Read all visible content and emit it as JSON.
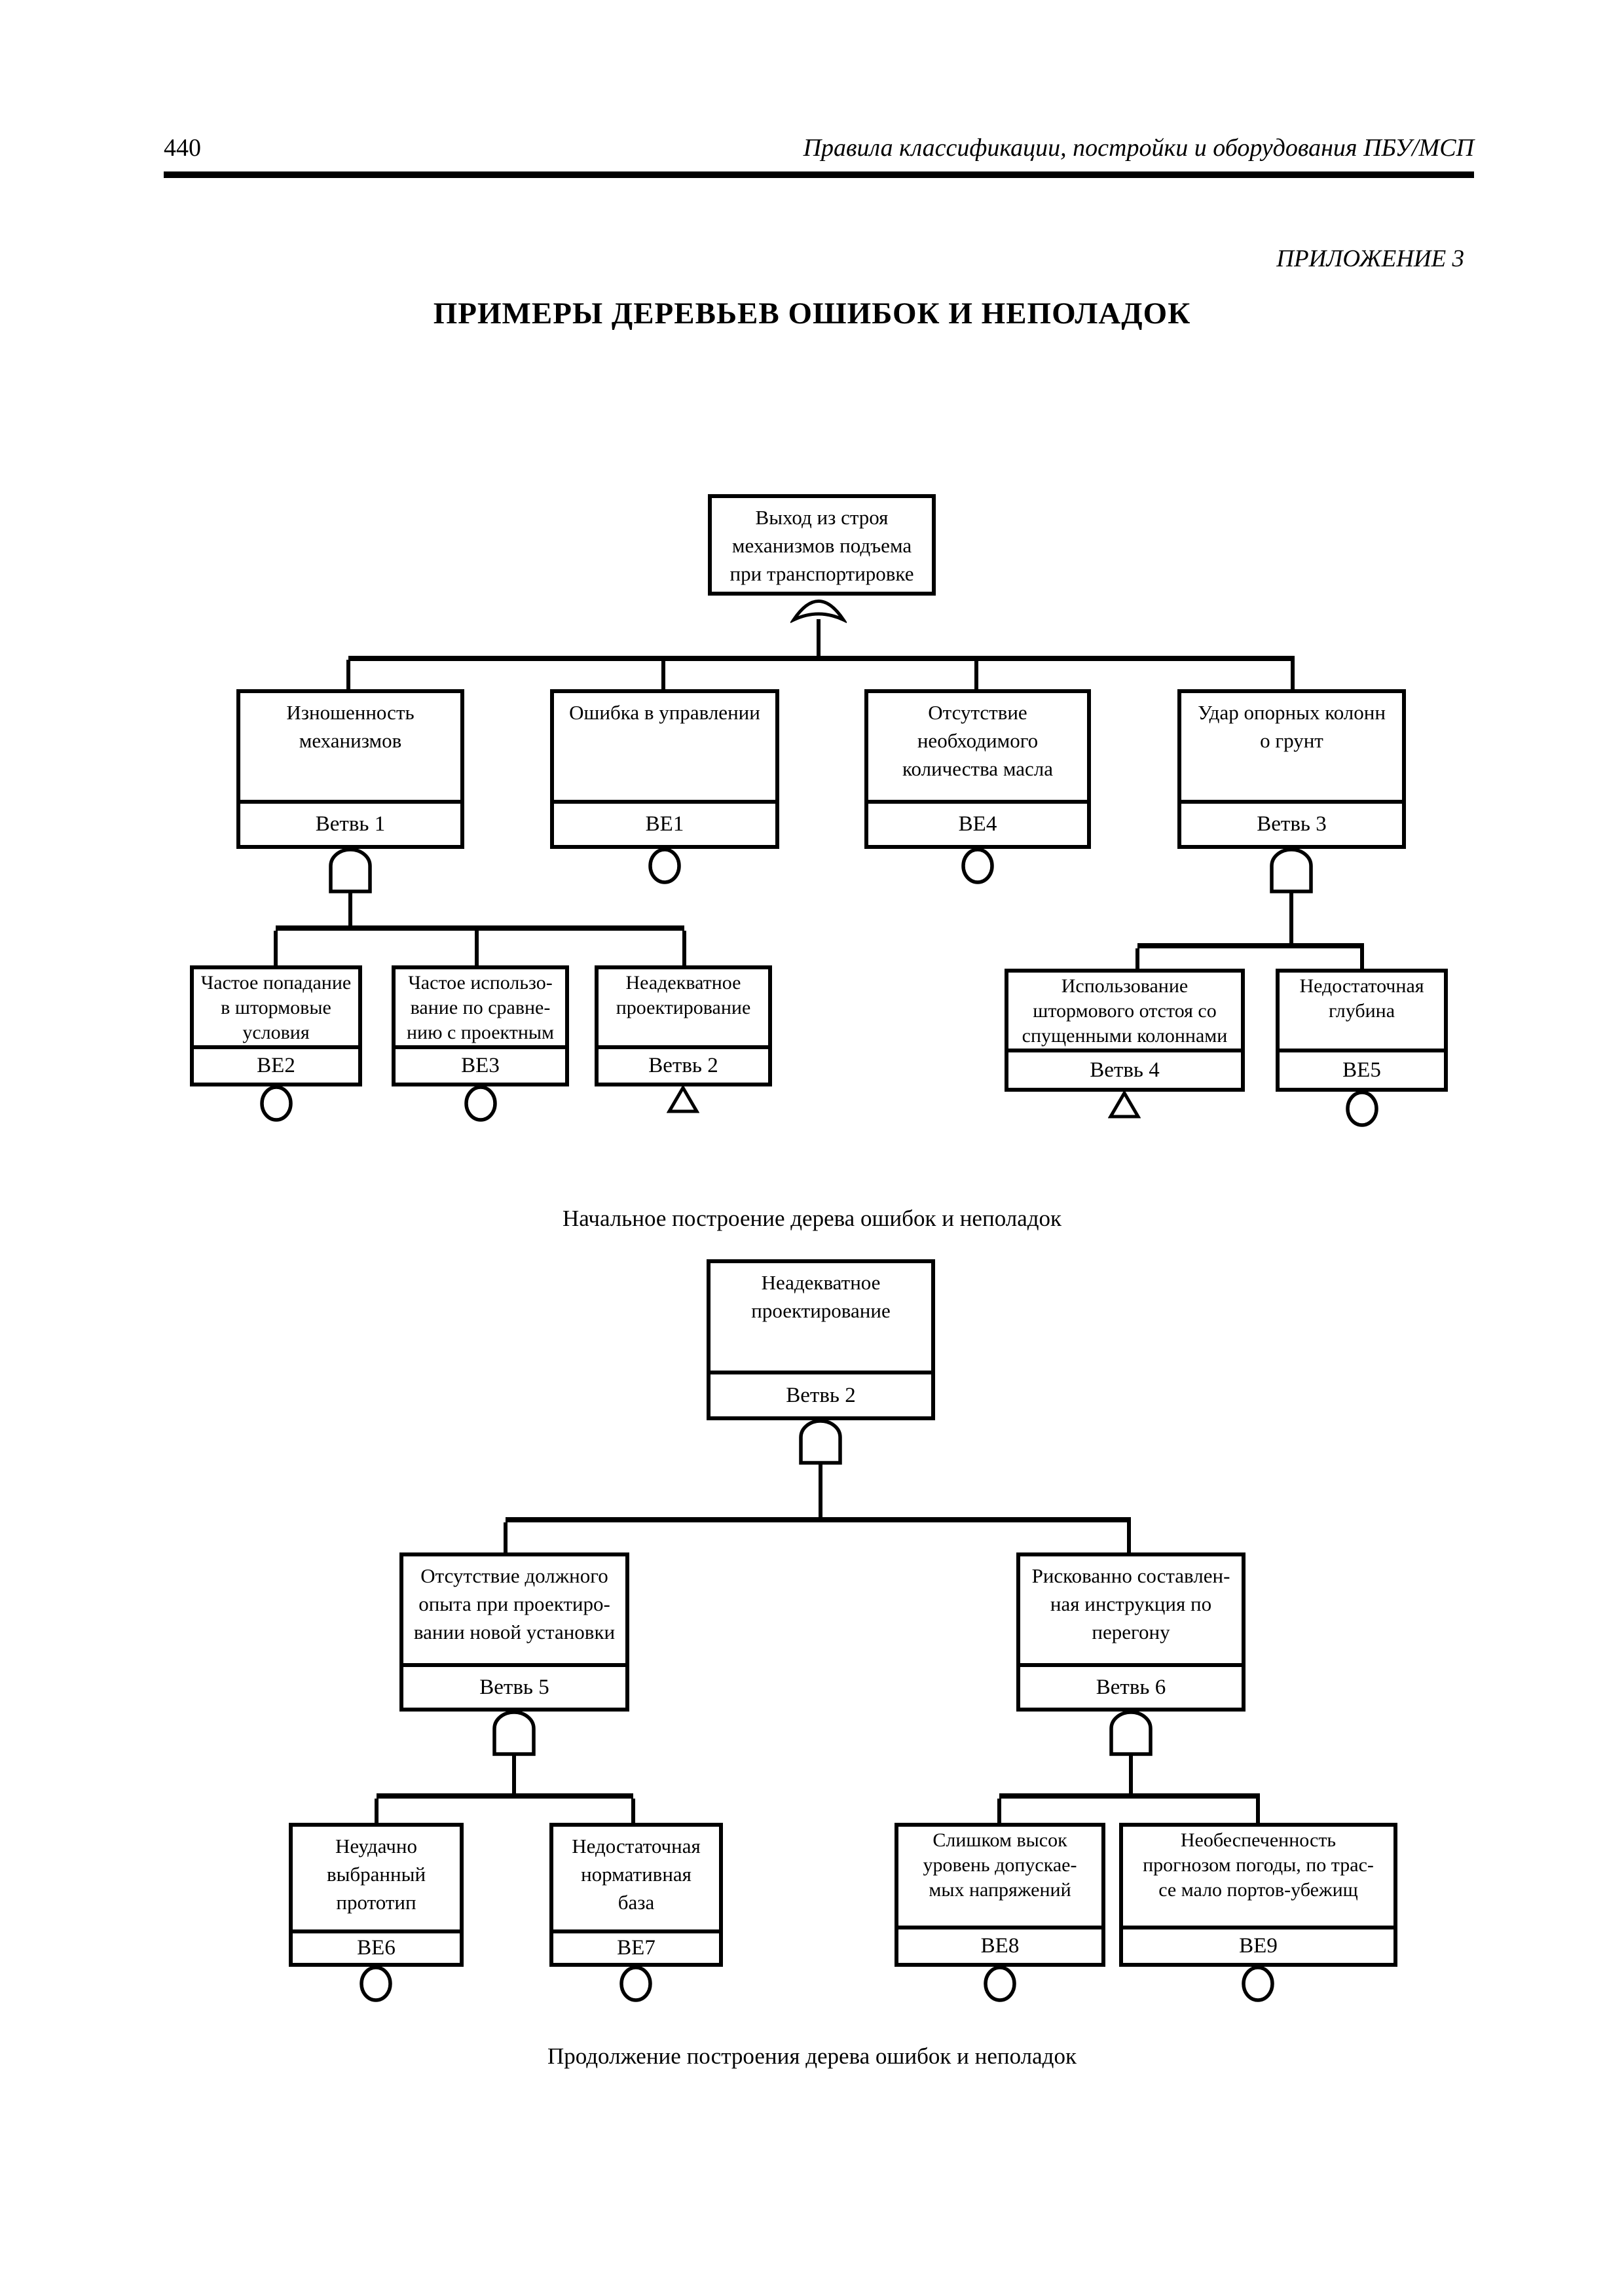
{
  "page": {
    "number": "440",
    "running_title": "Правила классификации, постройки и оборудования ПБУ/МСП",
    "appendix": "ПРИЛОЖЕНИЕ 3",
    "title": "ПРИМЕРЫ ДЕРЕВЬЕВ ОШИБОК И НЕПОЛАДОК",
    "ink_color": "#000000",
    "paper_color": "#ffffff"
  },
  "tree1": {
    "caption": "Начальное построение дерева ошибок и неполадок",
    "top": {
      "text": "Выход из строя\nмеханизмов подъема\nпри транспортировке",
      "gate": "or-gate"
    },
    "nodes": {
      "vetv1": {
        "text": "Изношенность\nмеханизмов",
        "label": "Ветвь 1",
        "gate": "and-gate"
      },
      "be1": {
        "text": "Ошибка в управлении",
        "label": "ВЕ1",
        "symbol": "basic-event-circle"
      },
      "be4": {
        "text": "Отсутствие\nнеобходимого\nколичества масла",
        "label": "ВЕ4",
        "symbol": "basic-event-circle"
      },
      "vetv3": {
        "text": "Удар опорных колонн\nо грунт",
        "label": "Ветвь 3",
        "gate": "and-gate"
      },
      "be2": {
        "text": "Частое попадание\nв штормовые\nусловия",
        "label": "ВЕ2",
        "symbol": "basic-event-circle"
      },
      "be3": {
        "text": "Частое использо-\nвание по сравне-\nнию с проектным",
        "label": "ВЕ3",
        "symbol": "basic-event-circle"
      },
      "vetv2": {
        "text": "Неадекватное\nпроектирование",
        "label": "Ветвь 2",
        "symbol": "transfer-triangle"
      },
      "vetv4": {
        "text": "Использование\nштормового отстоя со\nспущенными колоннами",
        "label": "Ветвь 4",
        "symbol": "transfer-triangle"
      },
      "be5": {
        "text": "Недостаточная\nглубина",
        "label": "ВЕ5",
        "symbol": "basic-event-circle"
      }
    }
  },
  "tree2": {
    "caption": "Продолжение построения дерева ошибок и неполадок",
    "top": {
      "text": "Неадекватное\nпроектирование",
      "label": "Ветвь 2",
      "gate": "and-gate"
    },
    "nodes": {
      "vetv5": {
        "text": "Отсутствие должного\nопыта при проектиро-\nвании новой установки",
        "label": "Ветвь 5",
        "gate": "and-gate"
      },
      "vetv6": {
        "text": "Рискованно составлен-\nная инструкция по\nперегону",
        "label": "Ветвь 6",
        "gate": "and-gate"
      },
      "be6": {
        "text": "Неудачно\nвыбранный\nпрототип",
        "label": "ВЕ6",
        "symbol": "basic-event-circle"
      },
      "be7": {
        "text": "Недостаточная\nнормативная\nбаза",
        "label": "ВЕ7",
        "symbol": "basic-event-circle"
      },
      "be8": {
        "text": "Слишком высок\nуровень допускае-\nмых напряжений",
        "label": "ВЕ8",
        "symbol": "basic-event-circle"
      },
      "be9": {
        "text": "Необеспеченность\nпрогнозом погоды, по трас-\nсе мало портов-убежищ",
        "label": "ВЕ9",
        "symbol": "basic-event-circle"
      }
    }
  }
}
